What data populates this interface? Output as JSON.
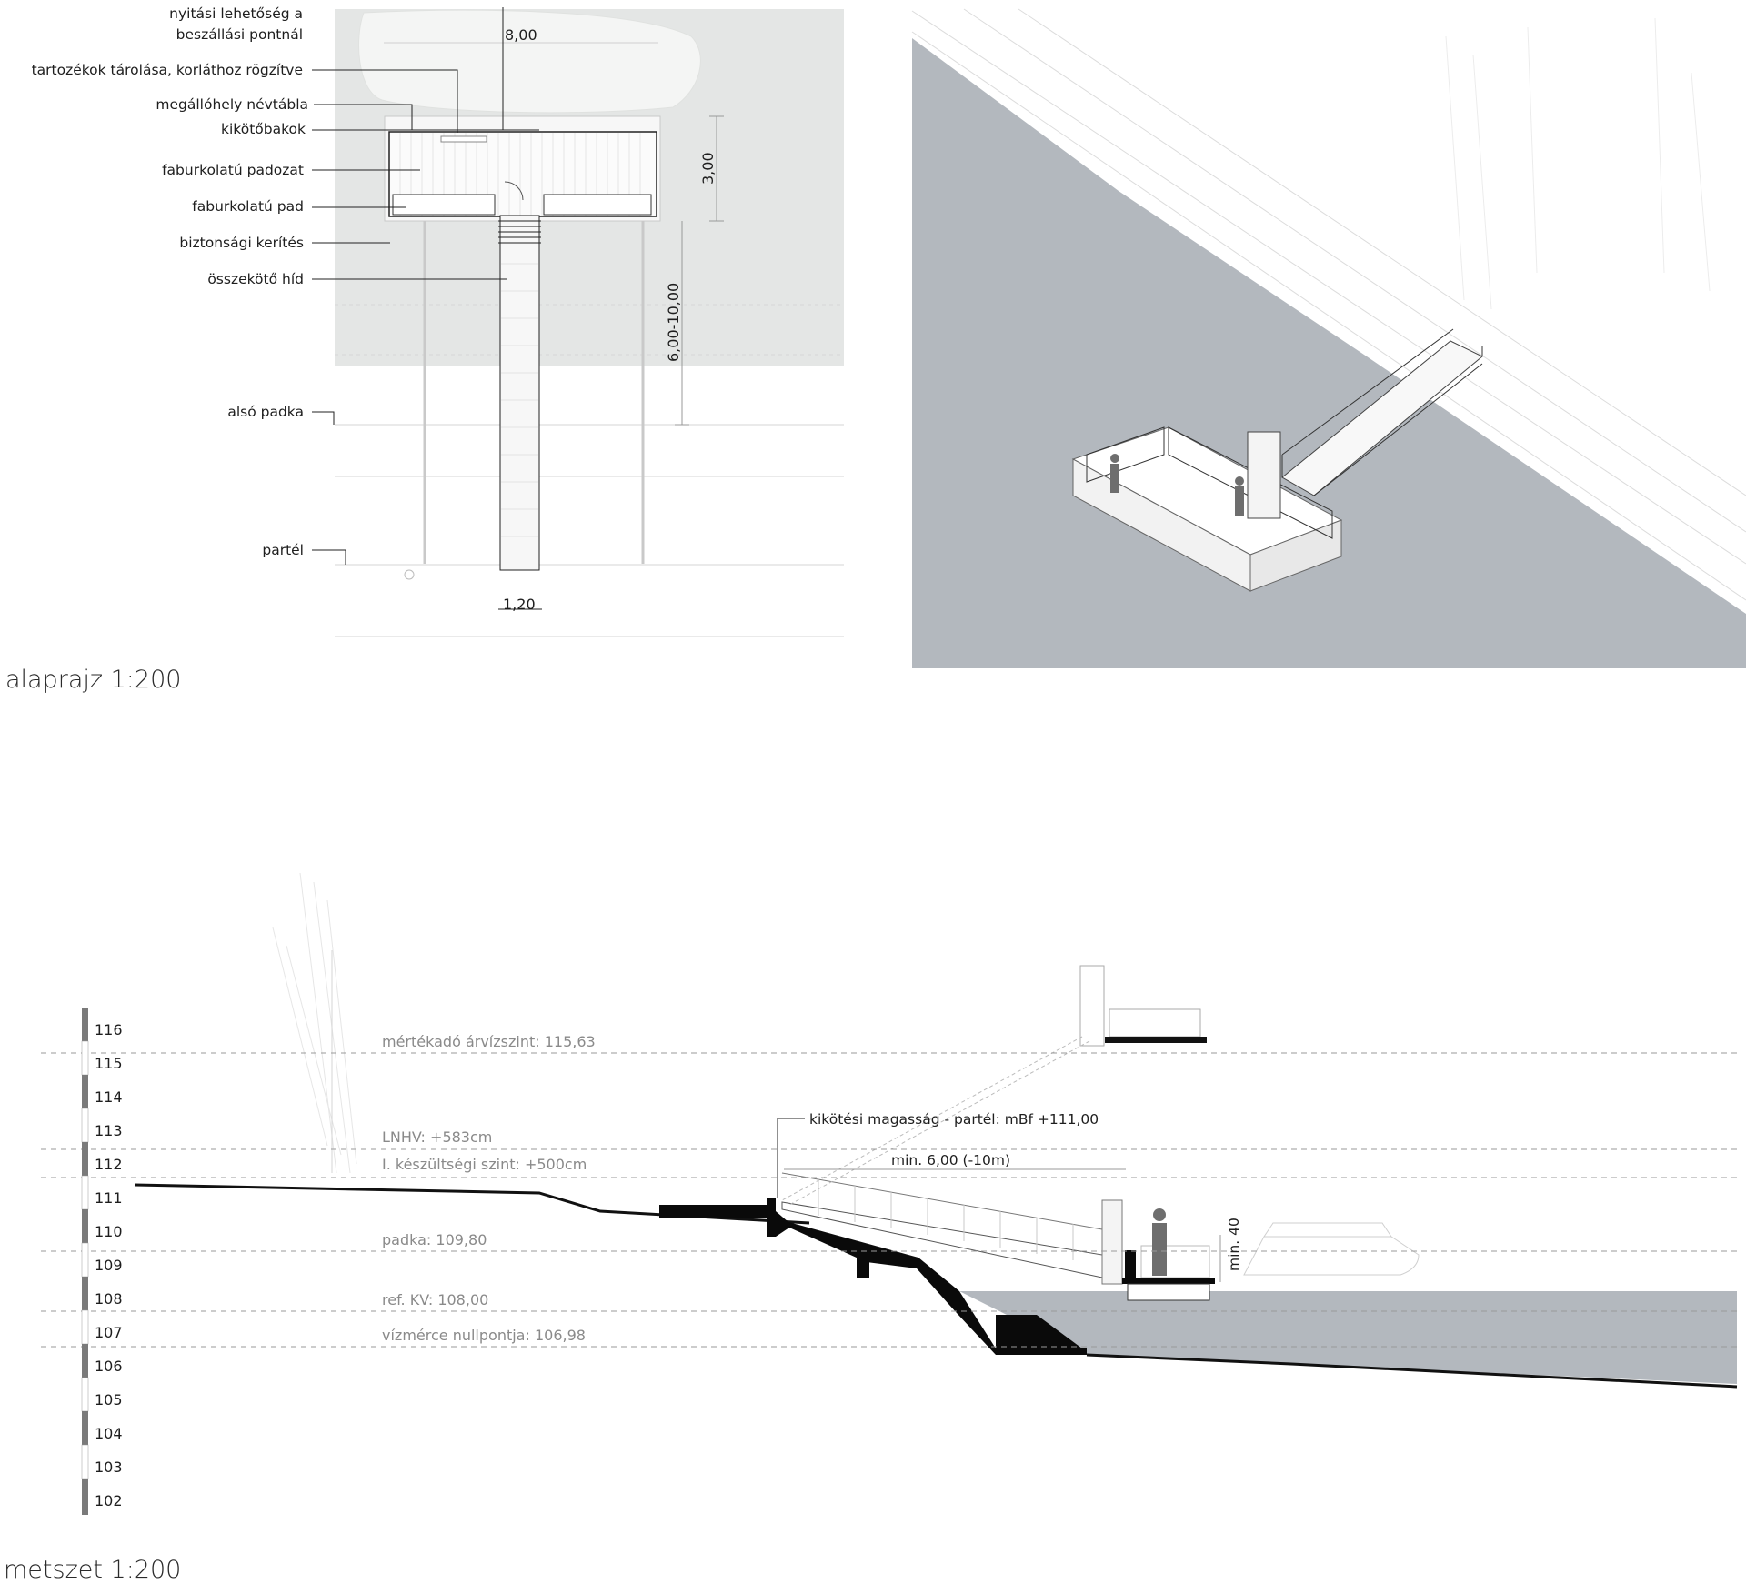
{
  "plan": {
    "title": "alaprajz 1:200",
    "labels": {
      "opening": [
        "nyitási lehetőség a",
        "beszállási pontnál"
      ],
      "storage": "tartozékok tárolása, korláthoz rögzítve",
      "sign": "megállóhely névtábla",
      "bollards": "kikötőbakok",
      "decking": "faburkolatú padozat",
      "bench": "faburkolatú pad",
      "fence": "biztonsági kerítés",
      "bridge": "összekötő híd",
      "lower_bench": "alsó padka",
      "bank": "partél"
    },
    "dims": {
      "width": "8,00",
      "depth": "3,00",
      "bridge_len": "6,00-10,00",
      "bridge_w": "1,20"
    }
  },
  "section": {
    "title": "metszet 1:200",
    "scale_values": [
      "116",
      "115",
      "114",
      "113",
      "112",
      "111",
      "110",
      "109",
      "108",
      "107",
      "106",
      "105",
      "104",
      "103",
      "102"
    ],
    "levels": {
      "flood": "mértékadó árvízszint: 115,63",
      "lnhv": "LNHV: +583cm",
      "alert": "I. készültségi szint: +500cm",
      "padka": "padka: 109,80",
      "ref": "ref. KV: 108,00",
      "gauge_zero": "vízmérce nullpontja: 106,98"
    },
    "mooring": "kikötési magasság - partél: mBf +111,00",
    "min_len": "min. 6,00 (-10m)",
    "min_h": "min. 40"
  },
  "colors": {
    "water": "#b3b8be",
    "sea_plan": "#e4e6e5",
    "ground": "#0a0a0a"
  }
}
